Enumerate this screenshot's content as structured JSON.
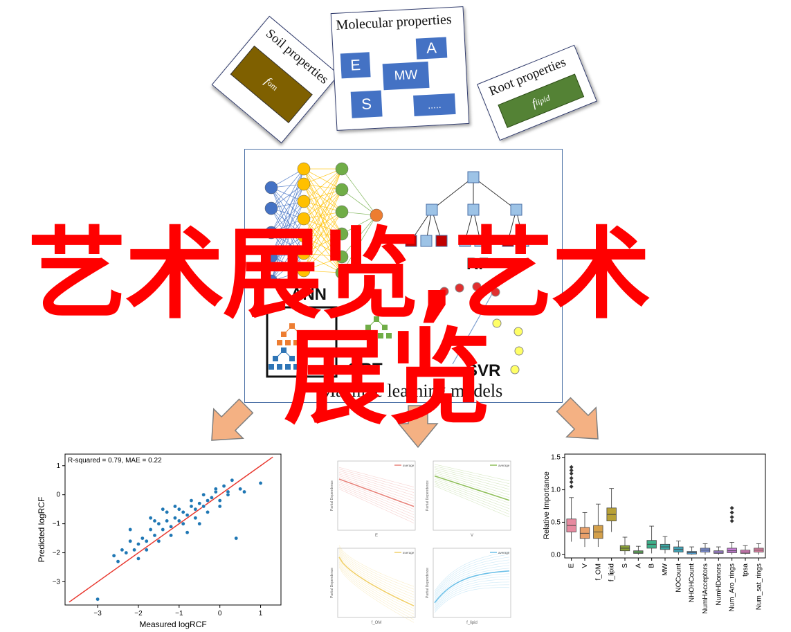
{
  "soil": {
    "title": "Soil properties",
    "item": "f",
    "item_sub": "om"
  },
  "molecular": {
    "title": "Molecular properties",
    "boxes": [
      "E",
      "A",
      "MW",
      "S",
      "....."
    ]
  },
  "root": {
    "title": "Root properties",
    "item": "f",
    "item_sub": "lipid"
  },
  "ml": {
    "caption": "Machine learning models",
    "models": [
      "ANN",
      "RF",
      "GBT",
      "SVR"
    ]
  },
  "overlay": {
    "line1": "艺术展览,艺术",
    "line2": "展览"
  },
  "scatter_plot": {
    "annotation": "R-squared = 0.79, MAE = 0.22",
    "xlabel": "Measured logRCF",
    "ylabel": "Predicted logRCF",
    "xticks": [
      "−3",
      "−2",
      "−1",
      "0",
      "1"
    ],
    "yticks": [
      "1",
      "0",
      "−1",
      "−2",
      "−3"
    ]
  },
  "pdp": {
    "ylabel": "Partial Dependence",
    "legend": "average",
    "xlabels": [
      "E",
      "V",
      "f_OM",
      "f_lipid"
    ]
  },
  "box_plot": {
    "ylabel": "Relative Importance",
    "yticks": [
      "1.5",
      "1.0",
      "0.5",
      "0.0"
    ],
    "categories": [
      "E",
      "V",
      "f_OM",
      "f_lipid",
      "S",
      "A",
      "B",
      "MW",
      "NOCount",
      "NHOHCount",
      "NumHAcceptors",
      "NumHDonors",
      "Num_Aro_rings",
      "tpsa",
      "Num_sat_rings"
    ]
  },
  "chart_data": [
    {
      "type": "scatter",
      "title": "",
      "annotation": "R-squared = 0.79, MAE = 0.22",
      "xlabel": "Measured logRCF",
      "ylabel": "Predicted logRCF",
      "xlim": [
        -3.8,
        1.5
      ],
      "ylim": [
        -3.8,
        1.4
      ],
      "x": [
        -3.0,
        -2.6,
        -2.5,
        -2.4,
        -2.3,
        -2.2,
        -2.1,
        -2.0,
        -1.9,
        -1.8,
        -1.7,
        -1.6,
        -1.5,
        -1.4,
        -1.3,
        -1.2,
        -1.1,
        -1.0,
        -0.9,
        -0.8,
        -0.7,
        -0.6,
        -0.5,
        -0.4,
        -0.3,
        -0.2,
        -0.1,
        0.0,
        0.1,
        0.2,
        0.3,
        0.5,
        0.6,
        1.0,
        -2.0,
        -1.8,
        -1.5,
        -1.2,
        -0.9,
        -0.6,
        -0.3,
        0.0,
        -1.6,
        -1.3,
        -1.0,
        -0.7,
        -0.4,
        -0.1,
        0.2,
        -0.8,
        -0.5,
        -1.1,
        -1.4,
        -1.7,
        0.4,
        -2.2
      ],
      "y": [
        -3.6,
        -2.1,
        -2.3,
        -1.9,
        -2.0,
        -1.6,
        -1.9,
        -1.7,
        -1.5,
        -1.6,
        -1.2,
        -1.4,
        -1.0,
        -1.2,
        -0.9,
        -1.1,
        -0.8,
        -0.9,
        -0.6,
        -0.7,
        -0.4,
        -0.5,
        -0.3,
        -0.4,
        -0.2,
        -0.1,
        0.1,
        -0.2,
        0.3,
        0.1,
        0.5,
        0.2,
        0.1,
        0.4,
        -2.2,
        -1.9,
        -1.6,
        -1.4,
        -1.0,
        -0.8,
        -0.6,
        -0.4,
        -0.9,
        -0.6,
        -0.5,
        -0.2,
        0.0,
        0.2,
        0.0,
        -1.3,
        -1.0,
        -0.4,
        -0.5,
        -0.8,
        -1.5,
        -1.2
      ],
      "fit_line": {
        "x": [
          -3.7,
          1.3
        ],
        "y": [
          -3.7,
          1.3
        ]
      }
    },
    {
      "type": "line",
      "title": "",
      "ylabel": "Partial Dependence",
      "legend": "average",
      "panels": [
        "E",
        "V",
        "f_OM",
        "f_lipid"
      ]
    },
    {
      "type": "bar",
      "title": "",
      "ylabel": "Relative Importance",
      "ylim": [
        -0.05,
        1.55
      ],
      "categories": [
        "E",
        "V",
        "f_OM",
        "f_lipid",
        "S",
        "A",
        "B",
        "MW",
        "NOCount",
        "NHOHCount",
        "NumHAcceptors",
        "NumHDonors",
        "Num_Aro_rings",
        "tpsa",
        "Num_sat_rings"
      ],
      "median": [
        0.45,
        0.33,
        0.35,
        0.62,
        0.1,
        0.04,
        0.16,
        0.12,
        0.08,
        0.03,
        0.07,
        0.04,
        0.06,
        0.04,
        0.07
      ],
      "q1": [
        0.35,
        0.25,
        0.25,
        0.52,
        0.06,
        0.02,
        0.1,
        0.08,
        0.04,
        0.01,
        0.04,
        0.02,
        0.03,
        0.02,
        0.04
      ],
      "q3": [
        0.55,
        0.42,
        0.45,
        0.72,
        0.14,
        0.06,
        0.22,
        0.16,
        0.12,
        0.05,
        0.1,
        0.06,
        0.1,
        0.07,
        0.1
      ],
      "whisker_low": [
        0.2,
        0.12,
        0.12,
        0.35,
        0.0,
        0.0,
        0.02,
        0.02,
        0.0,
        0.0,
        0.0,
        0.0,
        0.0,
        0.0,
        0.0
      ],
      "whisker_high": [
        0.88,
        0.65,
        0.78,
        1.02,
        0.27,
        0.13,
        0.44,
        0.28,
        0.21,
        0.12,
        0.17,
        0.12,
        0.19,
        0.14,
        0.17
      ],
      "colors": [
        "#e78aa0",
        "#e8a06a",
        "#d4a04a",
        "#b8a137",
        "#8aa137",
        "#5fae5b",
        "#3db08a",
        "#3aa7a3",
        "#41a4b8",
        "#4d9ed4",
        "#7f93dc",
        "#a686dc",
        "#c77dd6",
        "#d97cbd",
        "#e384a8"
      ]
    }
  ]
}
